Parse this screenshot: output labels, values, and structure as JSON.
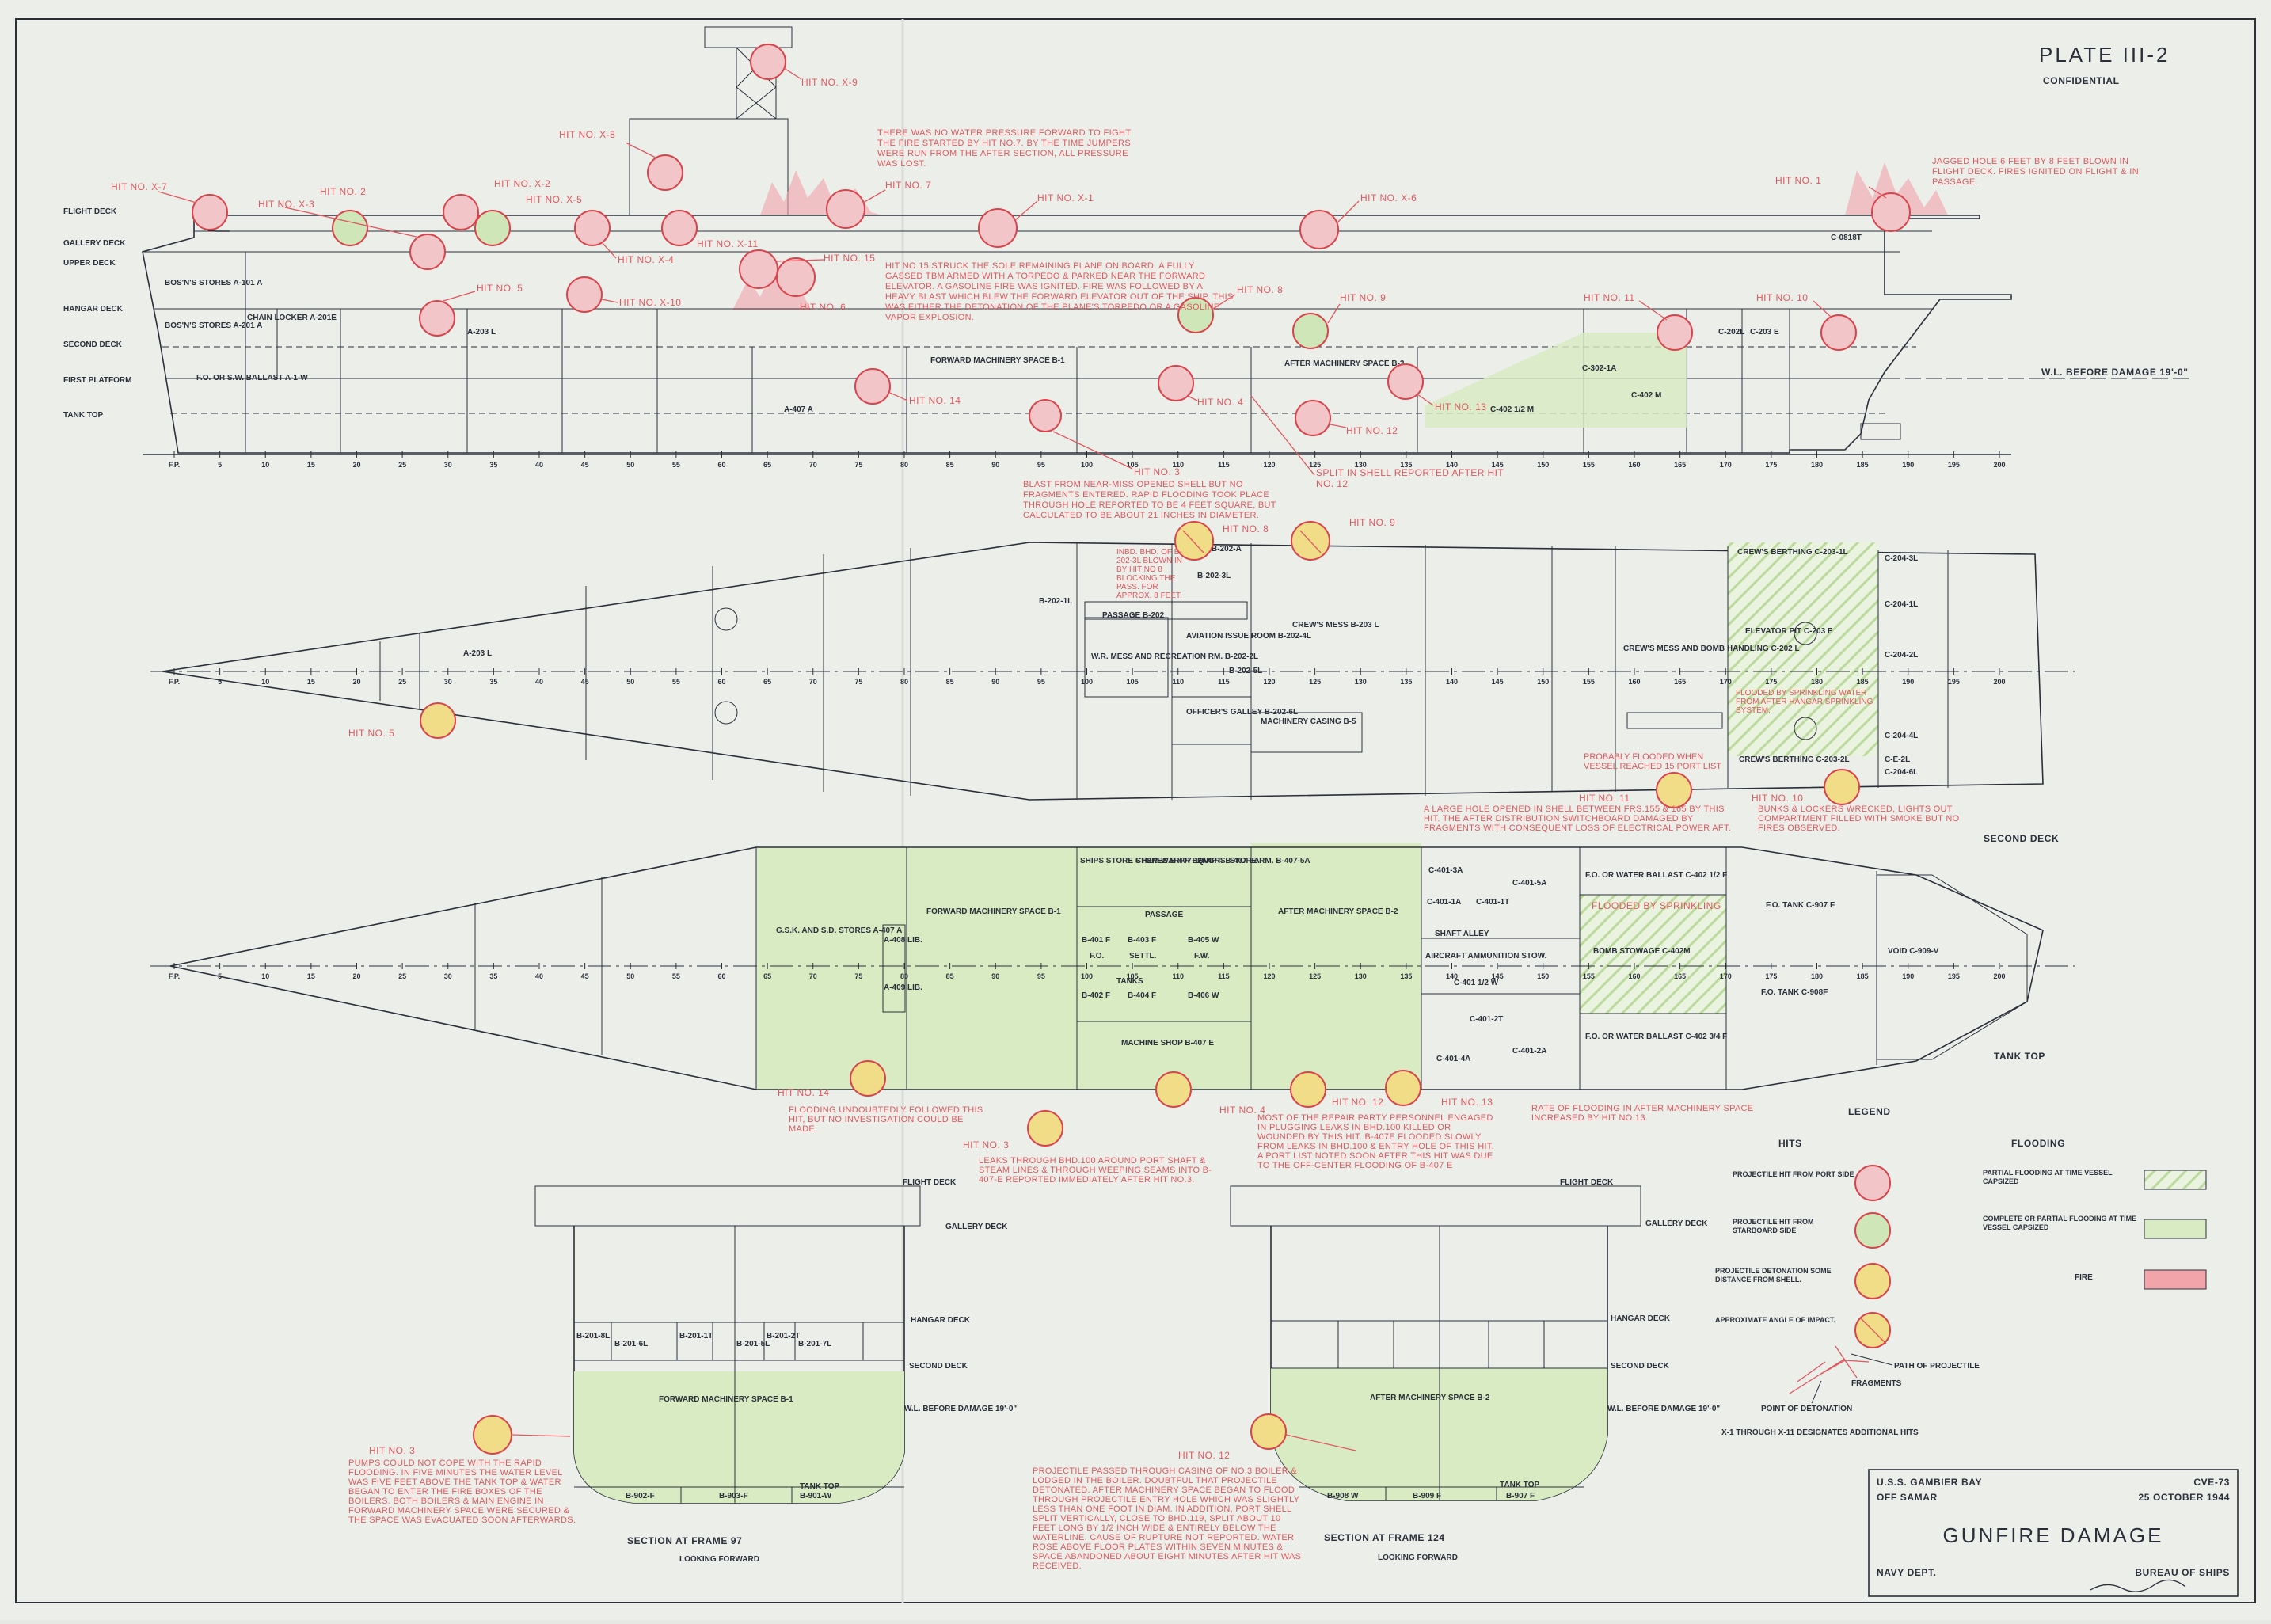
{
  "plate": {
    "number": "PLATE III-2",
    "classification": "CONFIDENTIAL"
  },
  "deck_labels": [
    "FLIGHT DECK",
    "GALLERY DECK",
    "UPPER DECK",
    "HANGAR DECK",
    "SECOND DECK",
    "FIRST PLATFORM",
    "TANK TOP"
  ],
  "profile": {
    "compartments": [
      "BOS'N'S STORES A-101 A",
      "BOS'N'S STORES A-201 A",
      "CHAIN LOCKER A-201E",
      "A-203 L",
      "F.O. OR S.W. BALLAST A-1-W",
      "A-407 A",
      "FORWARD MACHINERY SPACE B-1",
      "AFTER MACHINERY SPACE B-2",
      "C-402 M",
      "C-402 1/2 M",
      "C-203 E",
      "C-202L",
      "C-0818T",
      "C-302-1A"
    ],
    "waterline": "W.L. BEFORE DAMAGE 19'-0\"",
    "hits": [
      "HIT NO. X-9",
      "HIT NO. X-8",
      "HIT NO. X-7",
      "HIT NO. 2",
      "HIT NO. X-3",
      "HIT NO. X-2",
      "HIT NO. X-5",
      "HIT NO. 7",
      "HIT NO. X-1",
      "HIT NO. X-6",
      "HIT NO. 1",
      "HIT NO. X-4",
      "HIT NO. X-11",
      "HIT NO. 15",
      "HIT NO. 6",
      "HIT NO. 5",
      "HIT NO. X-10",
      "HIT NO. 8",
      "HIT NO. 9",
      "HIT NO. 11",
      "HIT NO. 10",
      "HIT NO. 14",
      "HIT NO. 3",
      "HIT NO. 4",
      "HIT NO. 12",
      "HIT NO. 13"
    ],
    "split_note": "SPLIT IN SHELL REPORTED AFTER HIT NO. 12",
    "frames": [
      "F.P.",
      "5",
      "10",
      "15",
      "20",
      "25",
      "30",
      "35",
      "40",
      "45",
      "50",
      "55",
      "60",
      "65",
      "70",
      "75",
      "80",
      "85",
      "90",
      "95",
      "100",
      "105",
      "110",
      "115",
      "120",
      "125",
      "130",
      "135",
      "140",
      "145",
      "150",
      "155",
      "160",
      "165",
      "170",
      "175",
      "180",
      "185",
      "190",
      "195",
      "200"
    ]
  },
  "notes": {
    "water": "THERE WAS NO WATER PRESSURE FORWARD TO FIGHT THE FIRE STARTED BY HIT NO.7. BY THE TIME JUMPERS WERE RUN FROM THE AFTER SECTION, ALL PRESSURE WAS LOST.",
    "hit1": "JAGGED HOLE 6 FEET BY 8 FEET BLOWN IN FLIGHT DECK. FIRES IGNITED ON FLIGHT & IN PASSAGE.",
    "hit15": "HIT NO.15 STRUCK THE SOLE REMAINING PLANE ON BOARD, A FULLY GASSED TBM ARMED WITH A TORPEDO & PARKED NEAR THE FORWARD ELEVATOR. A GASOLINE FIRE WAS IGNITED. FIRE WAS FOLLOWED BY A HEAVY BLAST WHICH BLEW THE FORWARD ELEVATOR OUT OF THE SHIP. THIS WAS EITHER THE DETONATION OF THE PLANE'S TORPEDO OR A GASOLINE VAPOR EXPLOSION.",
    "hit3_blast": "BLAST FROM NEAR-MISS OPENED SHELL BUT NO FRAGMENTS ENTERED. RAPID FLOODING TOOK PLACE THROUGH HOLE REPORTED TO BE 4 FEET SQUARE, BUT CALCULATED TO BE ABOUT 21 INCHES IN DIAMETER.",
    "hit8": "INBD. BHD. OF B-202-3L BLOWN IN BY HIT NO 8 BLOCKING THE PASS. FOR APPROX. 8 FEET.",
    "hit11": "A LARGE HOLE OPENED IN SHELL BETWEEN FRS.155 & 165 BY THIS HIT. THE AFTER DISTRIBUTION SWITCHBOARD DAMAGED BY FRAGMENTS WITH CONSEQUENT LOSS OF ELECTRICAL POWER AFT.",
    "hit10": "BUNKS & LOCKERS WRECKED, LIGHTS OUT COMPARTMENT FILLED WITH SMOKE BUT NO FIRES OBSERVED.",
    "probably_flooded": "PROBABLY FLOODED WHEN VESSEL REACHED 15 PORT LIST",
    "sprinkling": "FLOODED BY SPRINKLING WATER FROM AFTER HANGAR SPRINKLING SYSTEM.",
    "flooded_sprinkling": "FLOODED BY SPRINKLING",
    "hit14": "FLOODING UNDOUBTEDLY FOLLOWED THIS HIT, BUT NO INVESTIGATION COULD BE MADE.",
    "hit3_leaks": "LEAKS THROUGH BHD.100 AROUND PORT SHAFT & STEAM LINES & THROUGH WEEPING SEAMS INTO B-407-E REPORTED IMMEDIATELY AFTER HIT NO.3.",
    "hit4": "MOST OF THE REPAIR PARTY PERSONNEL ENGAGED IN PLUGGING LEAKS IN BHD.100 KILLED OR WOUNDED BY THIS HIT. B-407E FLOODED SLOWLY FROM LEAKS IN BHD.100 & ENTRY HOLE OF THIS HIT. A PORT LIST NOTED SOON AFTER THIS HIT WAS DUE TO THE OFF-CENTER FLOODING OF B-407 E",
    "hit13": "RATE OF FLOODING IN AFTER MACHINERY SPACE INCREASED BY HIT NO.13.",
    "hit3_section": "PUMPS COULD NOT COPE WITH THE RAPID FLOODING. IN FIVE MINUTES THE WATER LEVEL WAS FIVE FEET ABOVE THE TANK TOP & WATER BEGAN TO ENTER THE FIRE BOXES OF THE BOILERS. BOTH BOILERS & MAIN ENGINE IN FORWARD MACHINERY SPACE WERE SECURED & THE SPACE WAS EVACUATED SOON AFTERWARDS.",
    "hit12_section": "PROJECTILE PASSED THROUGH CASING OF NO.3 BOILER & LODGED IN THE BOILER. DOUBTFUL THAT PROJECTILE DETONATED. AFTER MACHINERY SPACE BEGAN TO FLOOD THROUGH PROJECTILE ENTRY HOLE WHICH WAS SLIGHTLY LESS THAN ONE FOOT IN DIAM. IN ADDITION, PORT SHELL SPLIT VERTICALLY, CLOSE TO BHD.119, SPLIT ABOUT 10 FEET LONG BY 1/2 INCH WIDE & ENTIRELY BELOW THE WATERLINE. CAUSE OF RUPTURE NOT REPORTED. WATER ROSE ABOVE FLOOR PLATES WITHIN SEVEN MINUTES & SPACE ABANDONED ABOUT EIGHT MINUTES AFTER HIT WAS RECEIVED."
  },
  "second_deck": {
    "title": "SECOND DECK",
    "compartments": [
      "A-203 L",
      "CREW'S MESS B-203 L",
      "AVIATION ISSUE ROOM B-202-4L",
      "W.R. MESS AND RECREATION RM. B-202-2L",
      "OFFICER'S GALLEY B-202-6L",
      "MACHINERY CASING B-5",
      "PASSAGE B-202",
      "B-202-1L",
      "B-202-3L",
      "B-202-5L",
      "B-202-A",
      "CREW'S MESS AND BOMB HANDLING C-202 L",
      "CREW'S BERTHING C-203-1L",
      "ELEVATOR PIT C-203 E",
      "CREW'S BERTHING C-203-2L",
      "C-204-3L",
      "C-204-1L",
      "C-204-2L",
      "C-204-4L",
      "C-E-2L",
      "C-204-6L"
    ],
    "hits": [
      "HIT NO. 8",
      "HIT NO. 9",
      "HIT NO. 5",
      "HIT NO. 11",
      "HIT NO. 10"
    ]
  },
  "tank_top": {
    "title": "TANK TOP",
    "compartments": [
      "G.S.K. AND S.D. STORES A-407 A",
      "A-408 LIB.",
      "A-409 LIB.",
      "FORWARD MACHINERY SPACE B-1",
      "SHIPS STORE STORES B-407-1A",
      "CHEM.WARFR EQUIPT. B-407-3A",
      "ENGRS. STORE RM. B-407-5A",
      "PASSAGE",
      "B-401 F",
      "B-403 F",
      "B-405 W",
      "F.O.",
      "SETTL.",
      "F.W.",
      "TANKS",
      "B-402 F",
      "B-404 F",
      "B-406 W",
      "MACHINE SHOP B-407 E",
      "AFTER MACHINERY SPACE B-2",
      "C-401-3A",
      "C-401-5A",
      "C-401-1A",
      "C-401-1T",
      "C-401 1/2 W",
      "C-401-2T",
      "C-401-4A",
      "C-401-2A",
      "SHAFT ALLEY",
      "AIRCRAFT AMMUNITION STOW.",
      "F.O. OR WATER BALLAST C-402 1/2 F",
      "BOMB STOWAGE C-402M",
      "F.O. OR WATER BALLAST C-402 3/4 F",
      "F.O. TANK C-907 F",
      "F.O. TANK C-908F",
      "VOID C-909-V"
    ],
    "hits": [
      "HIT NO. 14",
      "HIT NO. 3",
      "HIT NO. 4",
      "HIT NO. 12",
      "HIT NO. 13"
    ]
  },
  "sections": [
    {
      "title": "SECTION AT FRAME 97",
      "subtitle": "LOOKING FORWARD",
      "space": "FORWARD MACHINERY SPACE B-1",
      "compartments": [
        "B-201-6L",
        "B-201-5L",
        "B-201-7L",
        "B-201-8L",
        "B-201-1T",
        "B-201-2T",
        "B-902-F",
        "B-903-F",
        "B-901-W"
      ],
      "hit": "HIT NO. 3"
    },
    {
      "title": "SECTION AT FRAME 124",
      "subtitle": "LOOKING FORWARD",
      "space": "AFTER MACHINERY SPACE B-2",
      "compartments": [
        "B-908 W",
        "B-909 F",
        "B-907 F"
      ],
      "hit": "HIT NO. 12"
    }
  ],
  "section_deck_labels": [
    "FLIGHT DECK",
    "GALLERY DECK",
    "HANGAR DECK",
    "SECOND DECK",
    "TANK TOP"
  ],
  "section_waterline": "W.L. BEFORE DAMAGE 19'-0\"",
  "legend": {
    "title": "LEGEND",
    "hits_heading": "HITS",
    "flooding_heading": "FLOODING",
    "items": [
      "PROJECTILE HIT FROM PORT SIDE",
      "PROJECTILE HIT FROM STARBOARD SIDE",
      "PROJECTILE DETONATION SOME DISTANCE FROM SHELL.",
      "APPROXIMATE ANGLE OF IMPACT."
    ],
    "flooding_items": [
      "PARTIAL FLOODING AT TIME VESSEL CAPSIZED",
      "COMPLETE OR PARTIAL FLOODING AT TIME VESSEL CAPSIZED",
      "FIRE"
    ],
    "path": "PATH OF PROJECTILE",
    "fragments": "FRAGMENTS",
    "detonation": "POINT OF DETONATION",
    "designates": "X-1 THROUGH X-11 DESIGNATES ADDITIONAL HITS"
  },
  "title_block": {
    "ship": "U.S.S. GAMBIER BAY",
    "location": "OFF SAMAR",
    "hull": "CVE-73",
    "date": "25 OCTOBER 1944",
    "title": "GUNFIRE DAMAGE",
    "dept": "NAVY DEPT.",
    "bureau": "BUREAU OF SHIPS"
  },
  "colors": {
    "port_hit": "#f2c6c8",
    "starboard_hit": "#cfe6b8",
    "detonation": "#f1dc88",
    "flooding": "#d8ebc2",
    "fire": "#f2a4ab",
    "ink": "#2a2f3a",
    "annotation": "#e0585e"
  }
}
